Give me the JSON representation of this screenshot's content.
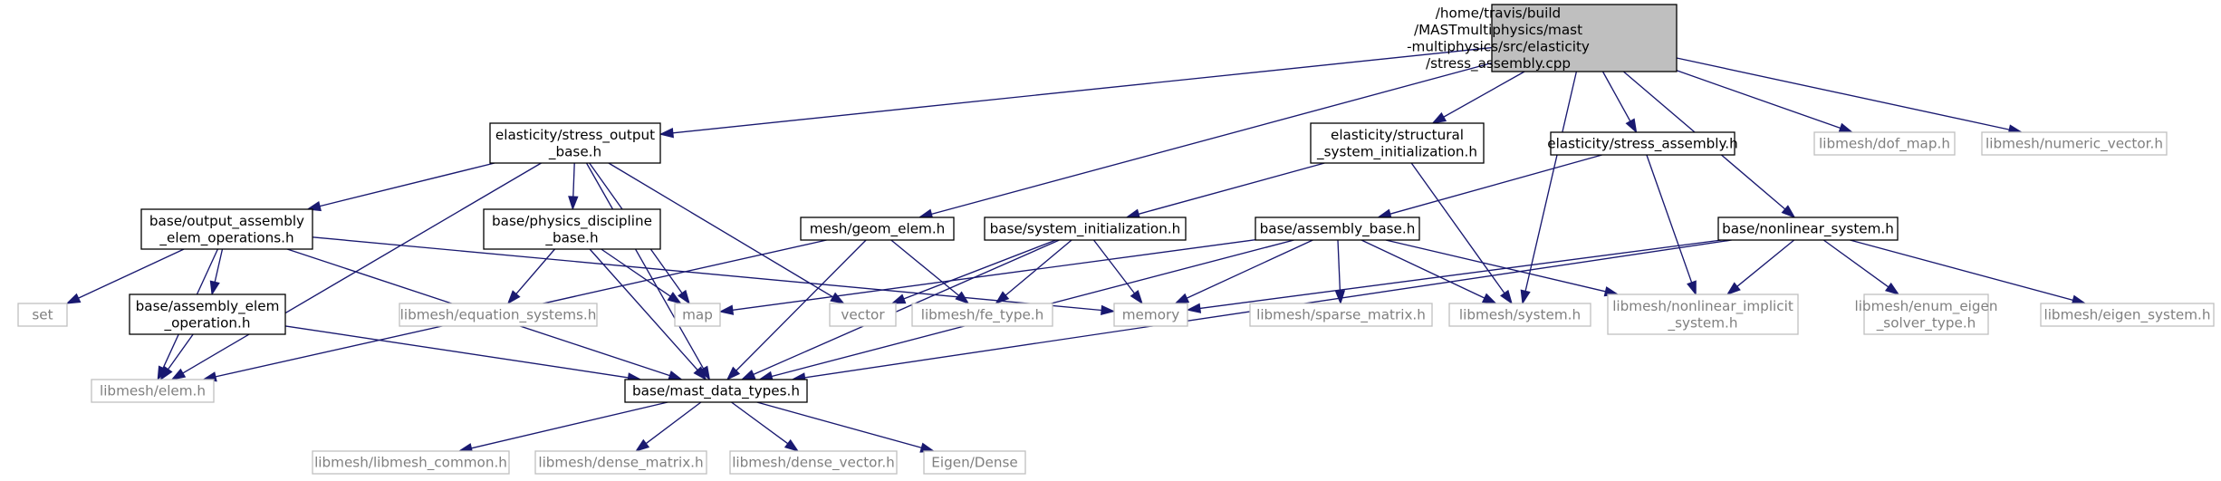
{
  "colors": {
    "edge": "#191970",
    "root_fill": "#bfbfbf",
    "root_border": "#000000",
    "documented_border": "#000000",
    "external_border": "#bfbfbf",
    "external_text": "#7f7f7f",
    "text": "#000000"
  },
  "nodes": [
    {
      "id": "root",
      "kind": "root",
      "lines": [
        "/home/travis/build",
        "/MASTmultiphysics/mast",
        "-multiphysics/src/elasticity",
        "/stress_assembly.cpp"
      ]
    },
    {
      "id": "stress_output_base",
      "kind": "documented",
      "lines": [
        "elasticity/stress_output",
        "_base.h"
      ]
    },
    {
      "id": "structural_system_initialization",
      "kind": "documented",
      "lines": [
        "elasticity/structural",
        "_system_initialization.h"
      ]
    },
    {
      "id": "stress_assembly_h",
      "kind": "documented",
      "lines": [
        "elasticity/stress_assembly.h"
      ]
    },
    {
      "id": "dof_map",
      "kind": "external",
      "lines": [
        "libmesh/dof_map.h"
      ]
    },
    {
      "id": "numeric_vector",
      "kind": "external",
      "lines": [
        "libmesh/numeric_vector.h"
      ]
    },
    {
      "id": "output_assembly_elem_operations",
      "kind": "documented",
      "lines": [
        "base/output_assembly",
        "_elem_operations.h"
      ]
    },
    {
      "id": "physics_discipline_base",
      "kind": "documented",
      "lines": [
        "base/physics_discipline",
        "_base.h"
      ]
    },
    {
      "id": "geom_elem",
      "kind": "documented",
      "lines": [
        "mesh/geom_elem.h"
      ]
    },
    {
      "id": "system_initialization",
      "kind": "documented",
      "lines": [
        "base/system_initialization.h"
      ]
    },
    {
      "id": "assembly_base",
      "kind": "documented",
      "lines": [
        "base/assembly_base.h"
      ]
    },
    {
      "id": "nonlinear_system",
      "kind": "documented",
      "lines": [
        "base/nonlinear_system.h"
      ]
    },
    {
      "id": "set",
      "kind": "external",
      "lines": [
        "set"
      ]
    },
    {
      "id": "assembly_elem_operation",
      "kind": "documented",
      "lines": [
        "base/assembly_elem",
        "_operation.h"
      ]
    },
    {
      "id": "equation_systems",
      "kind": "external",
      "lines": [
        "libmesh/equation_systems.h"
      ]
    },
    {
      "id": "map",
      "kind": "external",
      "lines": [
        "map"
      ]
    },
    {
      "id": "vector",
      "kind": "external",
      "lines": [
        "vector"
      ]
    },
    {
      "id": "fe_type",
      "kind": "external",
      "lines": [
        "libmesh/fe_type.h"
      ]
    },
    {
      "id": "memory",
      "kind": "external",
      "lines": [
        "memory"
      ]
    },
    {
      "id": "sparse_matrix",
      "kind": "external",
      "lines": [
        "libmesh/sparse_matrix.h"
      ]
    },
    {
      "id": "system",
      "kind": "external",
      "lines": [
        "libmesh/system.h"
      ]
    },
    {
      "id": "nonlinear_implicit_system",
      "kind": "external",
      "lines": [
        "libmesh/nonlinear_implicit",
        "_system.h"
      ]
    },
    {
      "id": "enum_eigen_solver_type",
      "kind": "external",
      "lines": [
        "libmesh/enum_eigen",
        "_solver_type.h"
      ]
    },
    {
      "id": "eigen_system",
      "kind": "external",
      "lines": [
        "libmesh/eigen_system.h"
      ]
    },
    {
      "id": "elem",
      "kind": "external",
      "lines": [
        "libmesh/elem.h"
      ]
    },
    {
      "id": "mast_data_types",
      "kind": "documented",
      "lines": [
        "base/mast_data_types.h"
      ]
    },
    {
      "id": "libmesh_common",
      "kind": "external",
      "lines": [
        "libmesh/libmesh_common.h"
      ]
    },
    {
      "id": "dense_matrix",
      "kind": "external",
      "lines": [
        "libmesh/dense_matrix.h"
      ]
    },
    {
      "id": "dense_vector",
      "kind": "external",
      "lines": [
        "libmesh/dense_vector.h"
      ]
    },
    {
      "id": "eigen_dense",
      "kind": "external",
      "lines": [
        "Eigen/Dense"
      ]
    }
  ],
  "edges": [
    [
      "root",
      "stress_output_base"
    ],
    [
      "root",
      "geom_elem"
    ],
    [
      "root",
      "structural_system_initialization"
    ],
    [
      "root",
      "system"
    ],
    [
      "root",
      "stress_assembly_h"
    ],
    [
      "root",
      "nonlinear_system"
    ],
    [
      "root",
      "dof_map"
    ],
    [
      "root",
      "numeric_vector"
    ],
    [
      "stress_output_base",
      "output_assembly_elem_operations"
    ],
    [
      "stress_output_base",
      "physics_discipline_base"
    ],
    [
      "stress_output_base",
      "elem"
    ],
    [
      "stress_output_base",
      "mast_data_types"
    ],
    [
      "stress_output_base",
      "map"
    ],
    [
      "stress_output_base",
      "vector"
    ],
    [
      "output_assembly_elem_operations",
      "set"
    ],
    [
      "output_assembly_elem_operations",
      "assembly_elem_operation"
    ],
    [
      "output_assembly_elem_operations",
      "elem"
    ],
    [
      "output_assembly_elem_operations",
      "mast_data_types"
    ],
    [
      "output_assembly_elem_operations",
      "memory"
    ],
    [
      "assembly_elem_operation",
      "elem"
    ],
    [
      "assembly_elem_operation",
      "mast_data_types"
    ],
    [
      "physics_discipline_base",
      "equation_systems"
    ],
    [
      "physics_discipline_base",
      "map"
    ],
    [
      "physics_discipline_base",
      "mast_data_types"
    ],
    [
      "geom_elem",
      "elem"
    ],
    [
      "geom_elem",
      "fe_type"
    ],
    [
      "geom_elem",
      "mast_data_types"
    ],
    [
      "structural_system_initialization",
      "system_initialization"
    ],
    [
      "structural_system_initialization",
      "system"
    ],
    [
      "system_initialization",
      "vector"
    ],
    [
      "system_initialization",
      "fe_type"
    ],
    [
      "system_initialization",
      "memory"
    ],
    [
      "system_initialization",
      "mast_data_types"
    ],
    [
      "stress_assembly_h",
      "assembly_base"
    ],
    [
      "stress_assembly_h",
      "nonlinear_implicit_system"
    ],
    [
      "assembly_base",
      "map"
    ],
    [
      "assembly_base",
      "memory"
    ],
    [
      "assembly_base",
      "sparse_matrix"
    ],
    [
      "assembly_base",
      "system"
    ],
    [
      "assembly_base",
      "nonlinear_implicit_system"
    ],
    [
      "assembly_base",
      "mast_data_types"
    ],
    [
      "nonlinear_system",
      "memory"
    ],
    [
      "nonlinear_system",
      "nonlinear_implicit_system"
    ],
    [
      "nonlinear_system",
      "enum_eigen_solver_type"
    ],
    [
      "nonlinear_system",
      "eigen_system"
    ],
    [
      "nonlinear_system",
      "mast_data_types"
    ],
    [
      "mast_data_types",
      "libmesh_common"
    ],
    [
      "mast_data_types",
      "dense_matrix"
    ],
    [
      "mast_data_types",
      "dense_vector"
    ],
    [
      "mast_data_types",
      "eigen_dense"
    ]
  ]
}
